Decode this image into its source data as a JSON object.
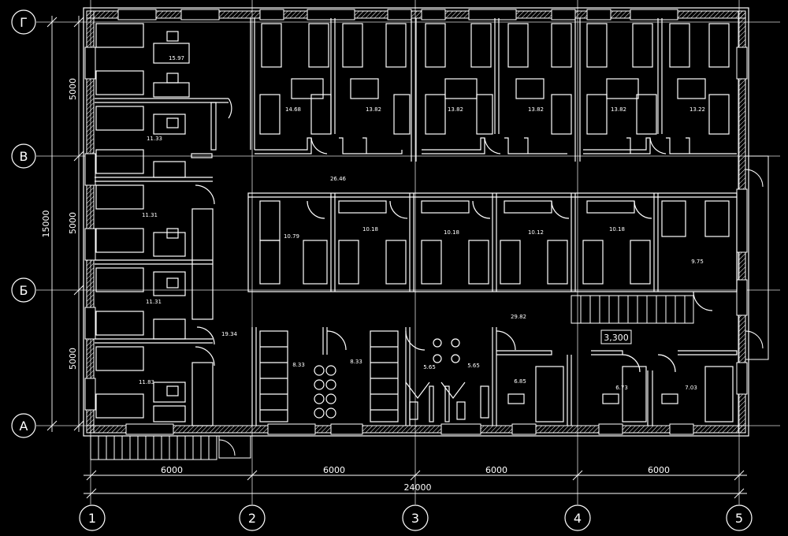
{
  "axes": {
    "letters": [
      "Г",
      "В",
      "Б",
      "А"
    ],
    "numbers": [
      "1",
      "2",
      "3",
      "4",
      "5"
    ]
  },
  "dimensions": {
    "left_parts": [
      "5000",
      "5000",
      "5000"
    ],
    "left_total": "15000",
    "bottom_parts": [
      "6000",
      "6000",
      "6000",
      "6000"
    ],
    "bottom_total": "24000"
  },
  "level_mark": "3,300",
  "rooms": {
    "left_top": "15.97",
    "left_2": "11.33",
    "left_3": "11.31",
    "left_4": "11.31",
    "left_5": "11.83",
    "left_corridor": "19.34",
    "top_1": "14.68",
    "top_2": "13.82",
    "top_3": "13.82",
    "top_4": "13.82",
    "top_5": "13.82",
    "top_6": "13.22",
    "corridor_main": "26.46",
    "mid_1": "10.79",
    "mid_2": "10.18",
    "mid_3": "10.18",
    "mid_4": "10.12",
    "mid_5": "10.18",
    "mid_6": "9.75",
    "hall_lower": "29.82",
    "shower_1": "8.33",
    "shower_2": "8.33",
    "wc_1": "5.65",
    "wc_2": "5.65",
    "low_1": "6.85",
    "low_2": "6.73",
    "low_3": "7.03"
  }
}
